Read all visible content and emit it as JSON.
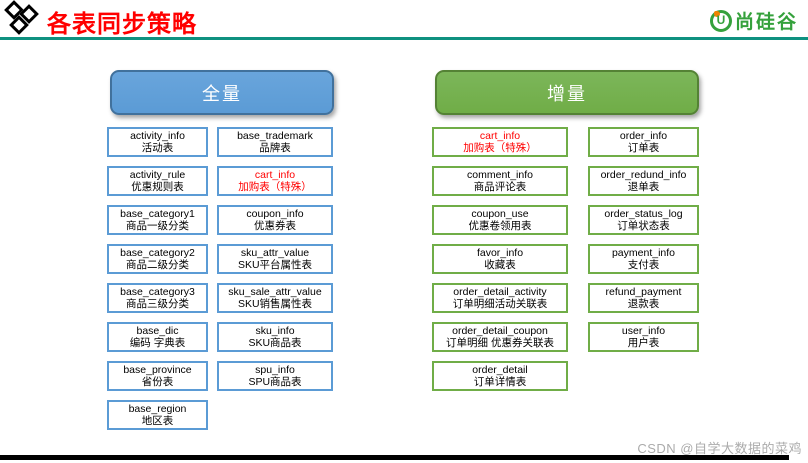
{
  "header": {
    "title": "各表同步策略",
    "title_color": "#FF0000",
    "divider_color": "#0E9180",
    "brand": {
      "name": "尚硅谷",
      "icon": "shangguigu-u-icon",
      "color": "#35A13C",
      "accent": "#F08300"
    }
  },
  "special_color": "#FF0000",
  "watermark": "CSDN @自学大数据的菜鸡",
  "panels": [
    {
      "id": "full",
      "title": "全量",
      "fill": "#5B9BD5",
      "border": "#41719C",
      "box_border": "#5B9BD5",
      "columns": [
        [
          {
            "name": "activity_info",
            "label": "活动表"
          },
          {
            "name": "activity_rule",
            "label": "优惠规则表"
          },
          {
            "name": "base_category1",
            "label": "商品一级分类"
          },
          {
            "name": "base_category2",
            "label": "商品二级分类"
          },
          {
            "name": "base_category3",
            "label": "商品三级分类"
          },
          {
            "name": "base_dic",
            "label": "编码 字典表"
          },
          {
            "name": "base_province",
            "label": "省份表"
          },
          {
            "name": "base_region",
            "label": "地区表"
          }
        ],
        [
          {
            "name": "base_trademark",
            "label": "品牌表"
          },
          {
            "name": "cart_info",
            "label": "加购表（特殊）",
            "special": true
          },
          {
            "name": "coupon_info",
            "label": "优惠券表"
          },
          {
            "name": "sku_attr_value",
            "label": "SKU平台属性表"
          },
          {
            "name": "sku_sale_attr_value",
            "label": "SKU销售属性表"
          },
          {
            "name": "sku_info",
            "label": "SKU商品表"
          },
          {
            "name": "spu_info",
            "label": "SPU商品表"
          }
        ]
      ]
    },
    {
      "id": "incremental",
      "title": "增量",
      "fill": "#70AD47",
      "border": "#548235",
      "box_border": "#70AD47",
      "columns": [
        [
          {
            "name": "cart_info",
            "label": "加购表（特殊）",
            "special": true
          },
          {
            "name": "comment_info",
            "label": "商品评论表"
          },
          {
            "name": "coupon_use",
            "label": "优惠卷领用表"
          },
          {
            "name": "favor_info",
            "label": "收藏表"
          },
          {
            "name": "order_detail_activity",
            "label": "订单明细活动关联表"
          },
          {
            "name": "order_detail_coupon",
            "label": "订单明细 优惠券关联表"
          },
          {
            "name": "order_detail",
            "label": "订单详情表"
          }
        ],
        [
          {
            "name": "order_info",
            "label": "订单表"
          },
          {
            "name": "order_redund_info",
            "label": "退单表"
          },
          {
            "name": "order_status_log",
            "label": "订单状态表"
          },
          {
            "name": "payment_info",
            "label": "支付表"
          },
          {
            "name": "refund_payment",
            "label": "退款表"
          },
          {
            "name": "user_info",
            "label": "用户表"
          }
        ]
      ]
    }
  ]
}
